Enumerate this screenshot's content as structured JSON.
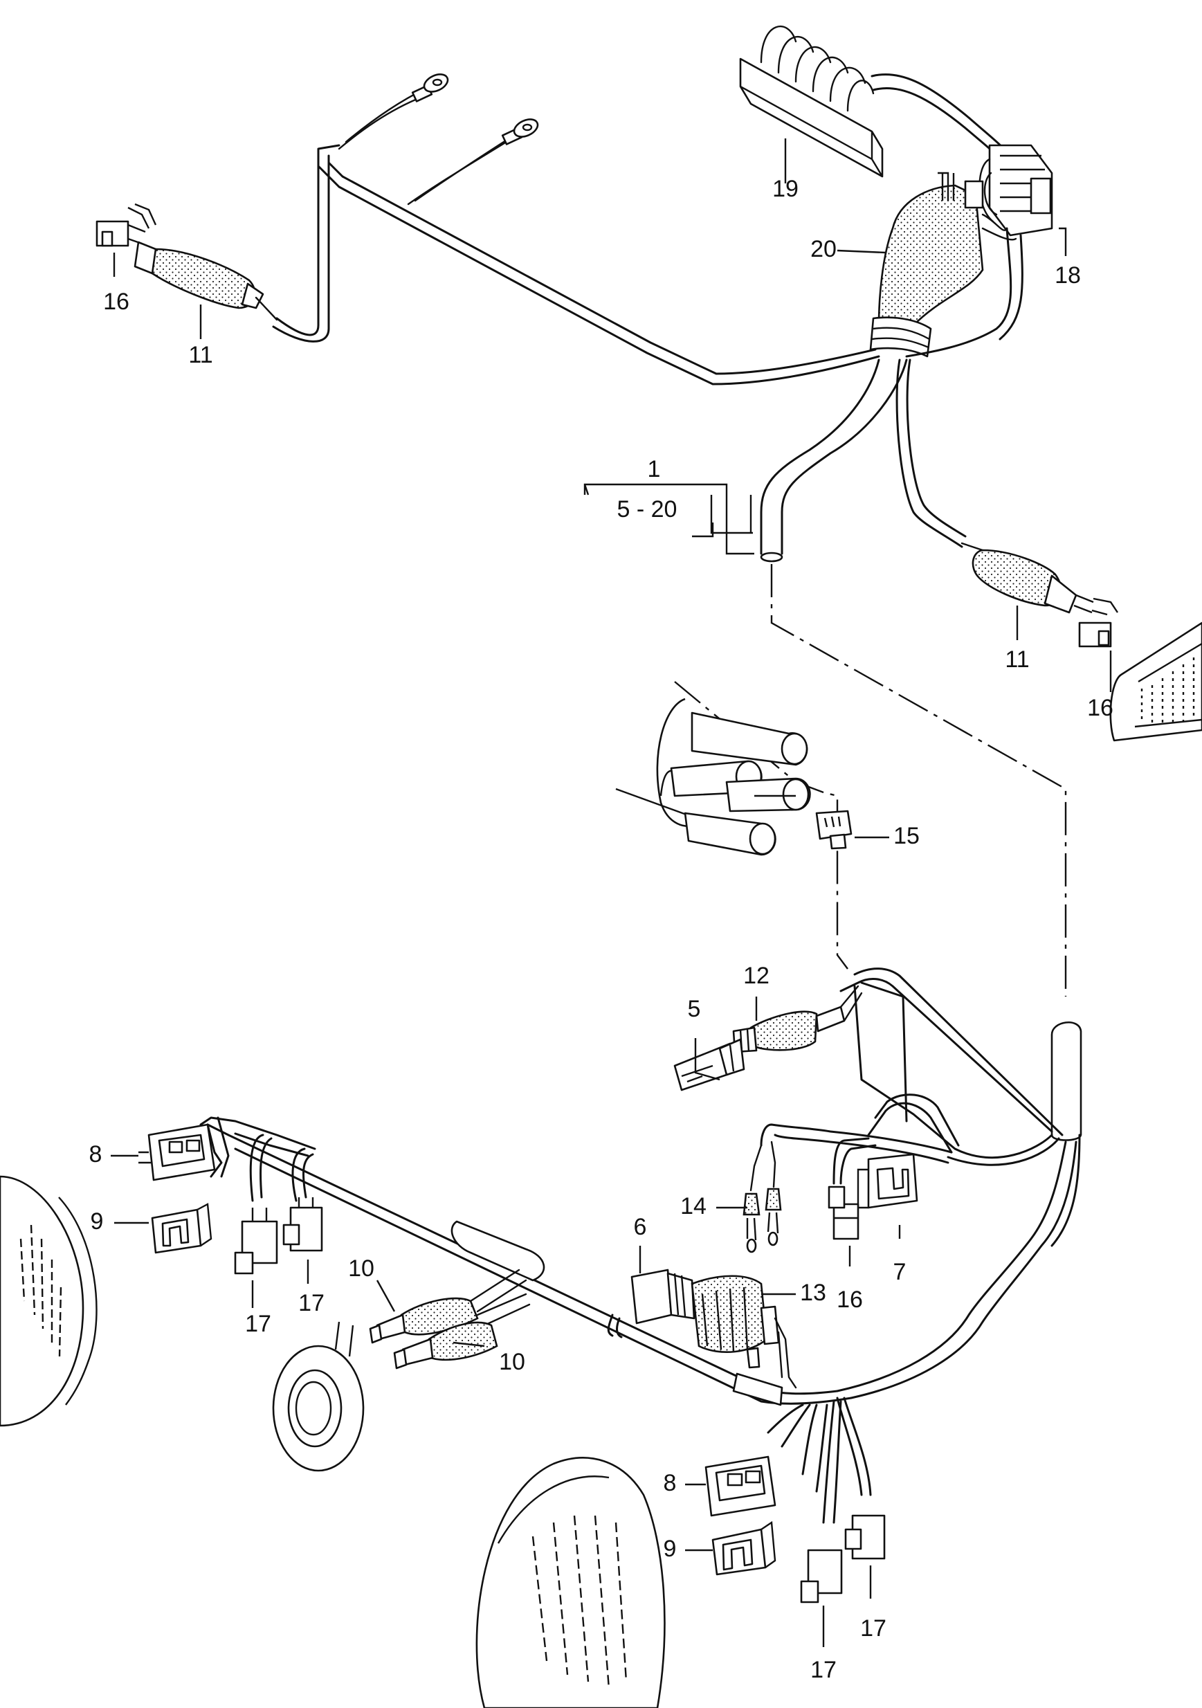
{
  "diagram": {
    "callouts": [
      {
        "id": "c1",
        "text": "1"
      },
      {
        "id": "c1r",
        "text": "5 - 20"
      },
      {
        "id": "c5",
        "text": "5"
      },
      {
        "id": "c6",
        "text": "6"
      },
      {
        "id": "c7",
        "text": "7"
      },
      {
        "id": "c8a",
        "text": "8"
      },
      {
        "id": "c8b",
        "text": "8"
      },
      {
        "id": "c9a",
        "text": "9"
      },
      {
        "id": "c9b",
        "text": "9"
      },
      {
        "id": "c10a",
        "text": "10"
      },
      {
        "id": "c10b",
        "text": "10"
      },
      {
        "id": "c11a",
        "text": "11"
      },
      {
        "id": "c11b",
        "text": "11"
      },
      {
        "id": "c12",
        "text": "12"
      },
      {
        "id": "c13",
        "text": "13"
      },
      {
        "id": "c14",
        "text": "14"
      },
      {
        "id": "c15",
        "text": "15"
      },
      {
        "id": "c16a",
        "text": "16"
      },
      {
        "id": "c16b",
        "text": "16"
      },
      {
        "id": "c16c",
        "text": "16"
      },
      {
        "id": "c17a",
        "text": "17"
      },
      {
        "id": "c17b",
        "text": "17"
      },
      {
        "id": "c17c",
        "text": "17"
      },
      {
        "id": "c17d",
        "text": "17"
      },
      {
        "id": "c18",
        "text": "18"
      },
      {
        "id": "c19",
        "text": "19"
      },
      {
        "id": "c20",
        "text": "20"
      }
    ]
  }
}
